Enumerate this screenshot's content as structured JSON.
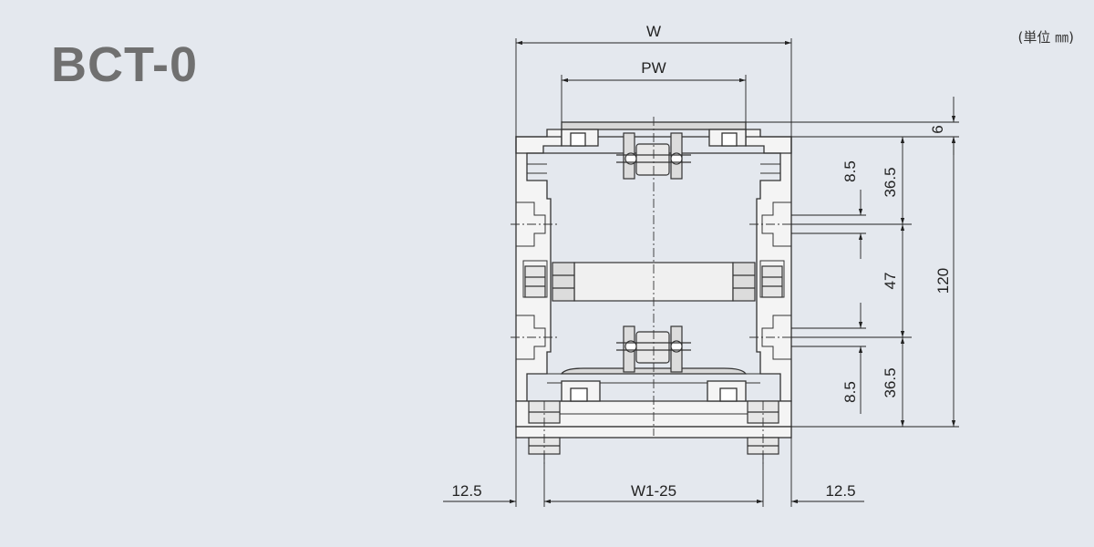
{
  "title": "BCT-0",
  "unit_note": "(単位 ㎜)",
  "dimensions": {
    "w": "W",
    "pw": "PW",
    "d6": "6",
    "d8_5_top": "8.5",
    "d36_5_top": "36.5",
    "d47": "47",
    "d120": "120",
    "d8_5_bot": "8.5",
    "d36_5_bot": "36.5",
    "left_12_5": "12.5",
    "w1_25": "W1-25",
    "right_12_5": "12.5"
  },
  "colors": {
    "background": "#e4e8ee",
    "frame_fill": "#f4f4f4",
    "line": "#333333",
    "dim_line": "#222222"
  }
}
